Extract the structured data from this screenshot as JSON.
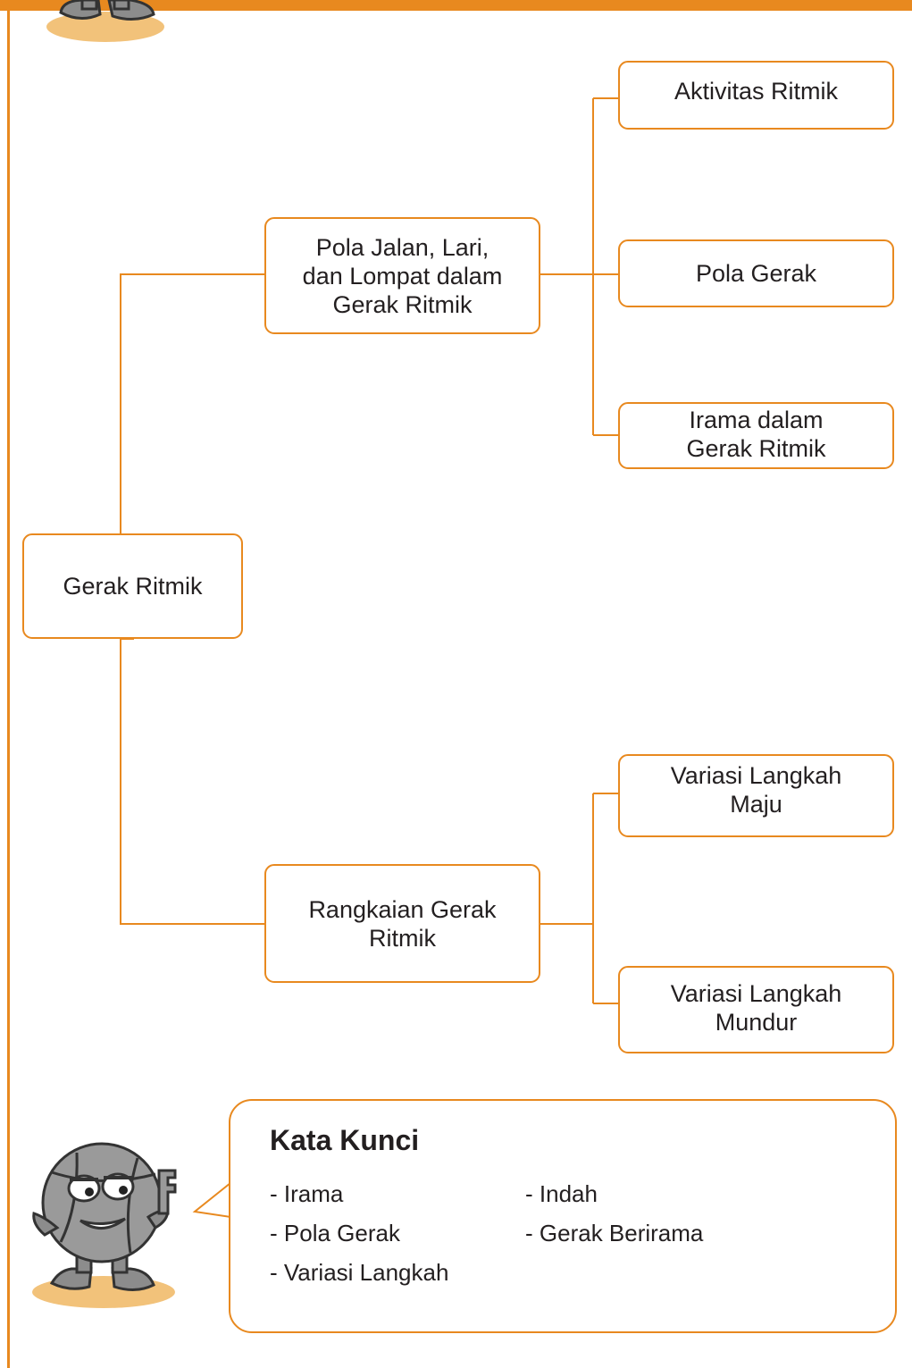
{
  "diagram": {
    "root": "Gerak Ritmik",
    "branches": [
      {
        "label": "Pola Jalan, Lari,\ndan Lompat dalam\nGerak Ritmik",
        "children": [
          "Aktivitas Ritmik",
          "Pola Gerak",
          "Irama dalam\nGerak Ritmik"
        ]
      },
      {
        "label": "Rangkaian Gerak\nRitmik",
        "children": [
          "Variasi Langkah\nMaju",
          "Variasi Langkah\nMundur"
        ]
      }
    ]
  },
  "kata_kunci": {
    "title": "Kata  Kunci",
    "items": [
      "Irama",
      "Indah",
      "Pola Gerak",
      "Gerak Berirama",
      "Variasi Langkah"
    ]
  },
  "colors": {
    "accent": "#e8891f",
    "mascot_body": "#9a9a9a",
    "mascot_shadow": "#f2c27a"
  },
  "icons": {
    "mascot_top": "ball-mascot-feet-icon",
    "mascot_bottom": "ball-mascot-key-icon"
  }
}
